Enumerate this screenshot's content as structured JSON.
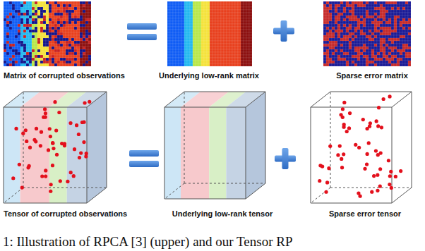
{
  "diagram": {
    "caption": "1: Illustration of RPCA [3] (upper) and our Tensor RP",
    "nodes": [
      {
        "text": [
          "Matrix of corrupted observations"
        ]
      },
      {
        "text": [
          "Underlying low-rank matrix"
        ]
      },
      {
        "text": [
          "Sparse error matrix"
        ]
      },
      {
        "text": [
          "Tensor of corrupted observations"
        ]
      },
      {
        "text": [
          "Underlying low-rank tensor"
        ]
      },
      {
        "text": [
          "Sparse error tensor"
        ]
      }
    ]
  }
}
